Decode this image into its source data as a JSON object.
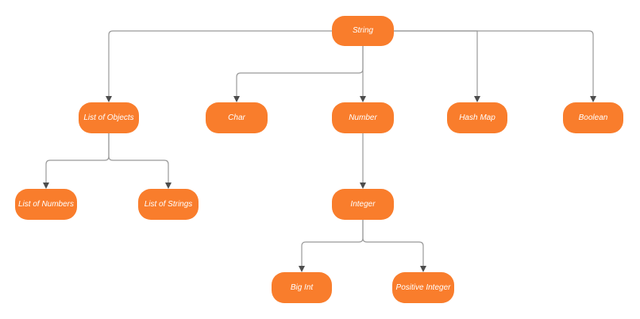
{
  "diagram": {
    "type": "tree-flowchart",
    "colors": {
      "background": "#ffffff",
      "node_fill": "#F97D2C",
      "node_text": "#ffffff",
      "connector": "#999999",
      "arrowhead": "#4d4d4d"
    },
    "nodes": [
      {
        "id": "string",
        "label": "String"
      },
      {
        "id": "list-of-objects",
        "label": "List of Objects"
      },
      {
        "id": "char",
        "label": "Char"
      },
      {
        "id": "number",
        "label": "Number"
      },
      {
        "id": "hash-map",
        "label": "Hash Map"
      },
      {
        "id": "boolean",
        "label": "Boolean"
      },
      {
        "id": "list-of-numbers",
        "label": "List of Numbers"
      },
      {
        "id": "list-of-strings",
        "label": "List of Strings"
      },
      {
        "id": "integer",
        "label": "Integer"
      },
      {
        "id": "big-int",
        "label": "Big Int"
      },
      {
        "id": "positive-integer",
        "label": "Positive Integer"
      }
    ],
    "edges": [
      {
        "from": "String",
        "to": "List of Objects"
      },
      {
        "from": "String",
        "to": "Char"
      },
      {
        "from": "String",
        "to": "Number"
      },
      {
        "from": "String",
        "to": "Hash Map"
      },
      {
        "from": "String",
        "to": "Boolean"
      },
      {
        "from": "List of Objects",
        "to": "List of Numbers"
      },
      {
        "from": "List of Objects",
        "to": "List of Strings"
      },
      {
        "from": "Number",
        "to": "Integer"
      },
      {
        "from": "Integer",
        "to": "Big Int"
      },
      {
        "from": "Integer",
        "to": "Positive Integer"
      }
    ]
  }
}
